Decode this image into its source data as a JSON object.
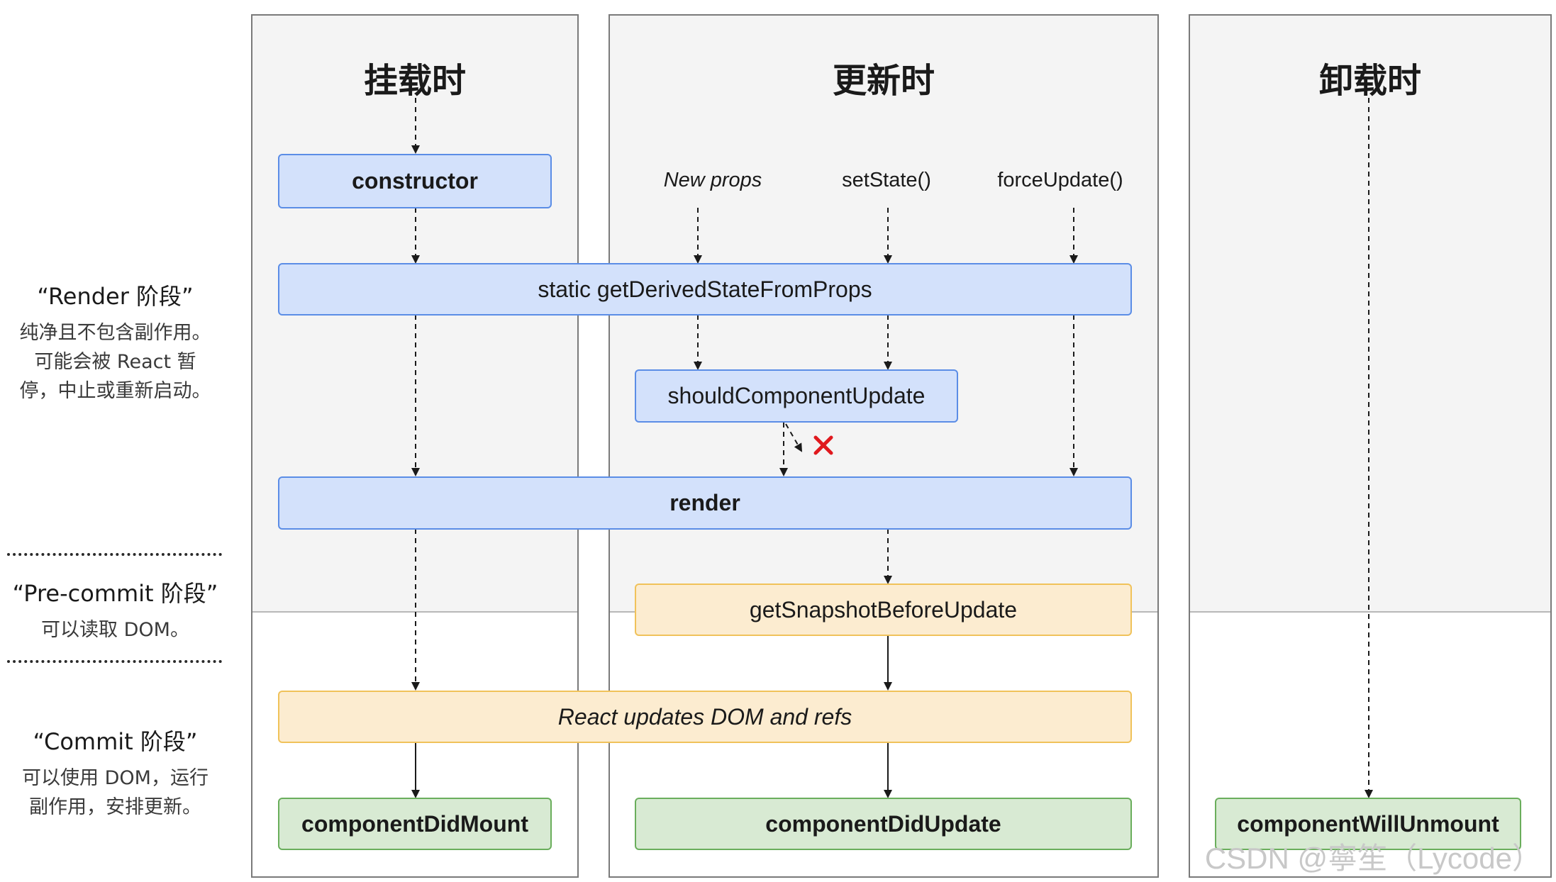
{
  "phases": {
    "mount_title": "挂载时",
    "update_title": "更新时",
    "unmount_title": "卸载时"
  },
  "side_labels": {
    "render_head": "“Render 阶段”",
    "render_desc_1": "纯净且不包含副作用。",
    "render_desc_2": "可能会被 React 暂",
    "render_desc_3": "停，中止或重新启动。",
    "precommit_head": "“Pre-commit 阶段”",
    "precommit_desc": "可以读取 DOM。",
    "commit_head": "“Commit 阶段”",
    "commit_desc_1": "可以使用 DOM，运行",
    "commit_desc_2": "副作用，安排更新。"
  },
  "triggers": {
    "new_props": "New props",
    "set_state": "setState()",
    "force_update": "forceUpdate()"
  },
  "methods": {
    "constructor": "constructor",
    "gdsfp": "static getDerivedStateFromProps",
    "scu": "shouldComponentUpdate",
    "render": "render",
    "gsbu": "getSnapshotBeforeUpdate",
    "react_updates": "React updates DOM and refs",
    "cdm": "componentDidMount",
    "cdu": "componentDidUpdate",
    "cwu": "componentWillUnmount"
  },
  "colors": {
    "blue_fill": "#d3e1fb",
    "yellow_fill": "#fcecd0",
    "green_fill": "#d8ead3",
    "cancel_mark": "#e0191e"
  },
  "watermark": "CSDN @寧笙（Lycode）"
}
